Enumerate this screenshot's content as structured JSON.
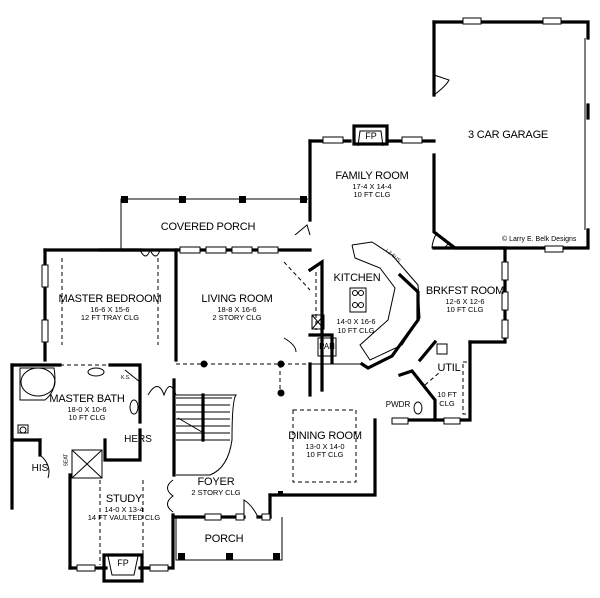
{
  "credit": "© Larry E. Belk Designs",
  "rooms": {
    "garage": {
      "name": "3 CAR GARAGE"
    },
    "family": {
      "name": "FAMILY ROOM",
      "dims": "17-4 X 14-4",
      "ceiling": "10 FT CLG"
    },
    "covered_porch": {
      "name": "COVERED PORCH"
    },
    "kitchen": {
      "name": "KITCHEN",
      "dims": "14-0 X 16-6",
      "ceiling": "10 FT CLG"
    },
    "breakfast": {
      "name": "BRKFST ROOM",
      "dims": "12-6 X 12-6",
      "ceiling": "10 FT CLG"
    },
    "master_bedroom": {
      "name": "MASTER BEDROOM",
      "dims": "16-6 X 15-6",
      "ceiling": "12 FT TRAY CLG"
    },
    "living": {
      "name": "LIVING ROOM",
      "dims": "18-8 X 16-6",
      "ceiling": "2 STORY CLG"
    },
    "master_bath": {
      "name": "MASTER BATH",
      "dims": "18-0 X 10-6",
      "ceiling": "10 FT CLG"
    },
    "util": {
      "name": "UTIL",
      "ceiling_line1": "10 FT",
      "ceiling_line2": "CLG"
    },
    "dining": {
      "name": "DINING ROOM",
      "dims": "13-0 X 14-0",
      "ceiling": "10 FT CLG"
    },
    "foyer": {
      "name": "FOYER",
      "ceiling": "2 STORY CLG"
    },
    "study": {
      "name": "STUDY",
      "dims": "14-0 X 13-4",
      "ceiling": "14 FT VAULTED CLG"
    },
    "porch": {
      "name": "PORCH"
    }
  },
  "fixtures": {
    "family_fp": "FP",
    "study_fp": "FP",
    "pantry": "PAN",
    "powder": "PWDR",
    "his_closet": "HIS",
    "hers_closet": "HERS",
    "seat": "SEAT",
    "knee_space": "K.S.",
    "lazy_susan": "LZ.SUS"
  }
}
